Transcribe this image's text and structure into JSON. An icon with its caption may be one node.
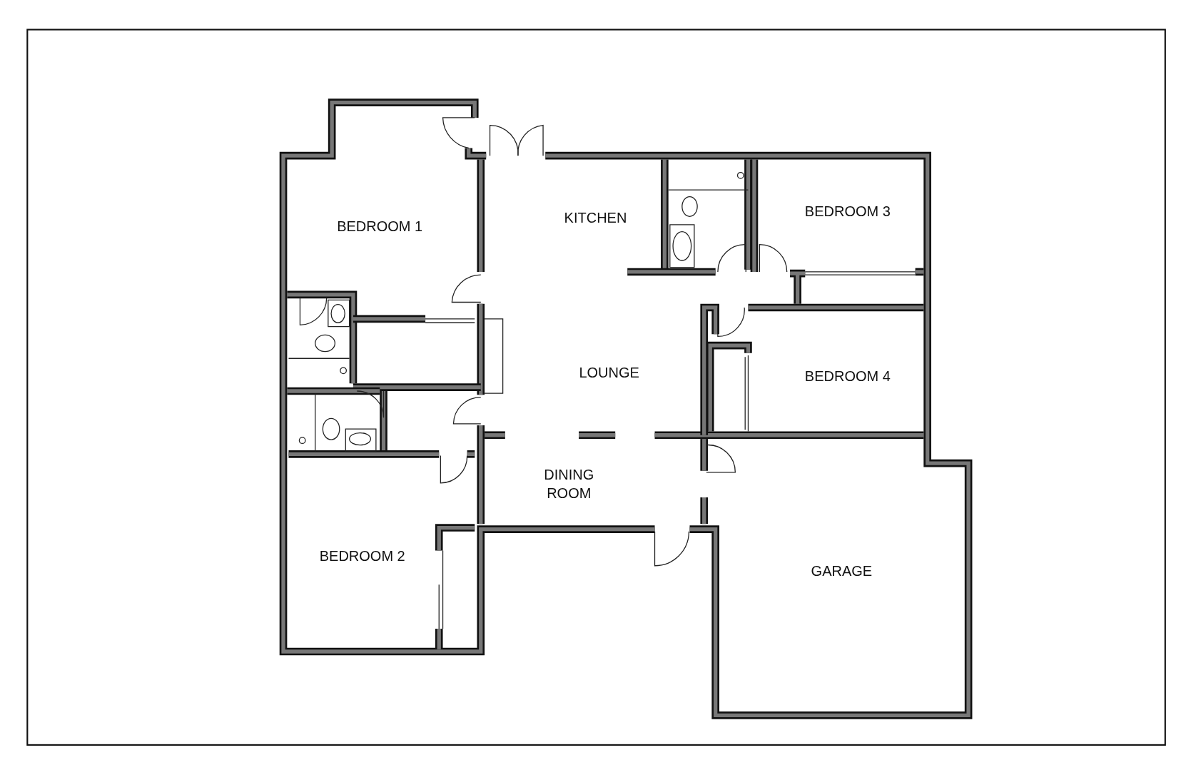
{
  "diagram": {
    "labels": [
      "BEDROOM 1",
      "KITCHEN",
      "BEDROOM 3",
      "LOUNGE",
      "BEDROOM 4",
      "DINING ROOM",
      "BEDROOM 2",
      "GARAGE"
    ]
  }
}
